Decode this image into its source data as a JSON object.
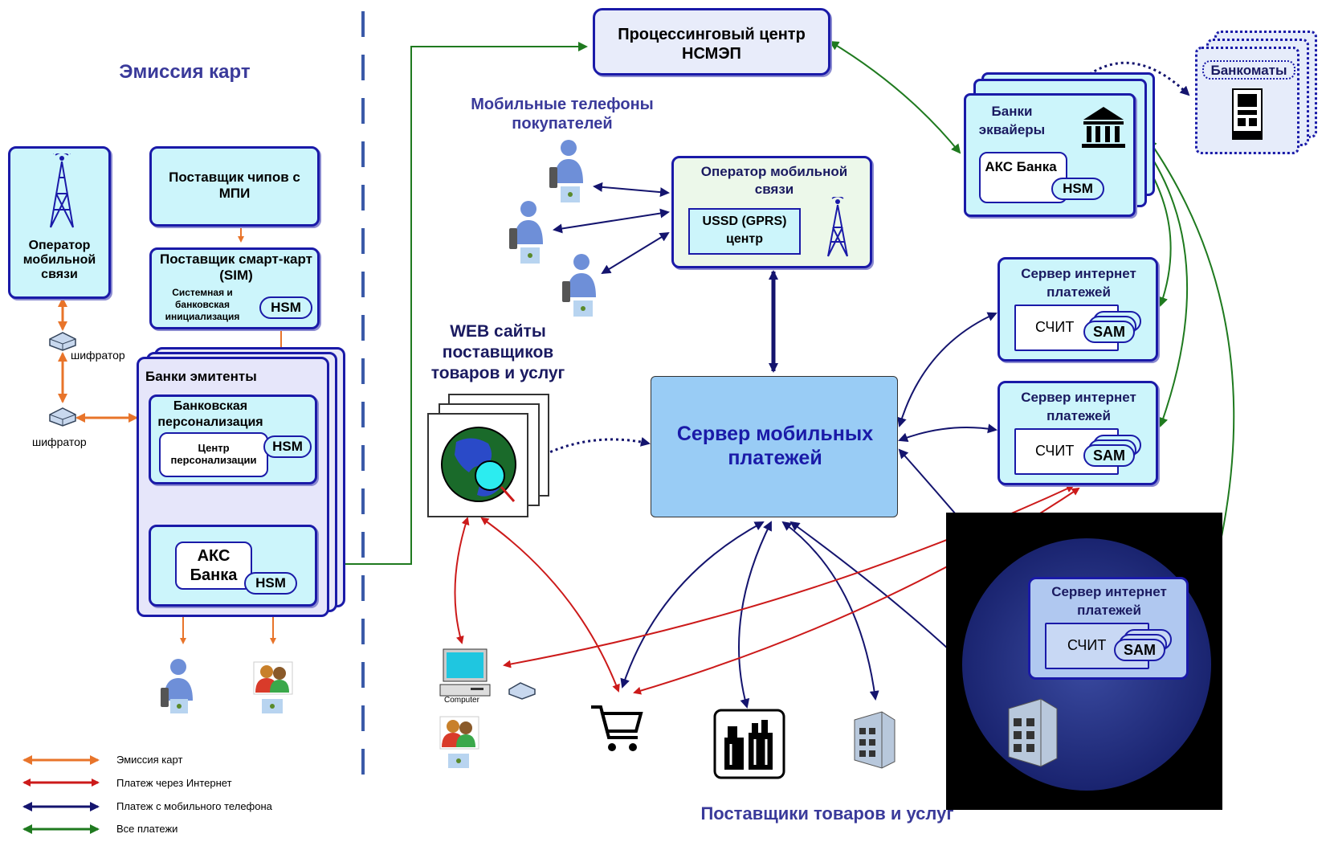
{
  "emission_title": "Эмиссия карт",
  "processing_center": "Процессинговый центр НСМЭП",
  "mobile_phones_title": "Мобильные телефоны покупателей",
  "mobile_operator_right": {
    "title": "Оператор мобильной связи",
    "ussd": "USSD (GPRS) центр"
  },
  "mobile_operator_left": "Оператор мобильной связи",
  "chip_supplier": "Поставщик чипов с МПИ",
  "smartcard_supplier": {
    "title": "Поставщик смарт-карт (SIM)",
    "sub": "Системная и банковская инициализация",
    "hsm": "HSM"
  },
  "encryptor_1": "шифратор",
  "encryptor_2": "шифратор",
  "issuer_banks": {
    "title": "Банки эмитенты",
    "personalization": "Банковская персонализация",
    "center": "Центр персонализации",
    "hsm1": "HSM",
    "aks": "АКС Банка",
    "hsm2": "HSM"
  },
  "web_sites": "WEB сайты поставщиков товаров и услуг",
  "mobile_payment_server": "Сервер мобильных платежей",
  "acquirer_banks": {
    "title": "Банки эквайеры",
    "aks": "АКС Банка",
    "hsm": "HSM"
  },
  "atms": "Банкоматы",
  "internet_servers": [
    {
      "title": "Сервер интернет платежей",
      "schit": "СЧИТ",
      "sam": "SAM"
    },
    {
      "title": "Сервер интернет платежей",
      "schit": "СЧИТ",
      "sam": "SAM"
    },
    {
      "title": "Сервер интернет платежей",
      "schit": "СЧИТ",
      "sam": "SAM"
    }
  ],
  "computer_label": "Computer",
  "suppliers_title": "Поставщики товаров и услуг",
  "legend": [
    {
      "label": "Эмиссия карт",
      "color": "#e8742a"
    },
    {
      "label": "Платеж через Интернет",
      "color": "#cc1a1a"
    },
    {
      "label": "Платеж с мобильного телефона",
      "color": "#14146e"
    },
    {
      "label": "Все платежи",
      "color": "#1f7a1f"
    }
  ]
}
